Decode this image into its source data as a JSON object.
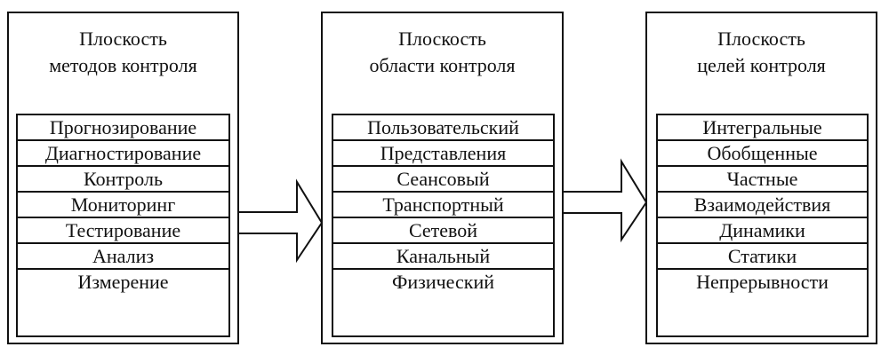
{
  "panels": [
    {
      "title_line1": "Плоскость",
      "title_line2": "методов контроля",
      "items": [
        "Прогнозирование",
        "Диагностирование",
        "Контроль",
        "Мониторинг",
        "Тестирование",
        "Анализ",
        "Измерение"
      ]
    },
    {
      "title_line1": "Плоскость",
      "title_line2": "области контроля",
      "items": [
        "Пользовательский",
        "Представления",
        "Сеансовый",
        "Транспортный",
        "Сетевой",
        "Канальный",
        "Физический"
      ]
    },
    {
      "title_line1": "Плоскость",
      "title_line2": "целей контроля",
      "items": [
        "Интегральные",
        "Обобщенные",
        "Частные",
        "Взаимодействия",
        "Динамики",
        "Статики",
        "Непрерывности"
      ]
    }
  ]
}
